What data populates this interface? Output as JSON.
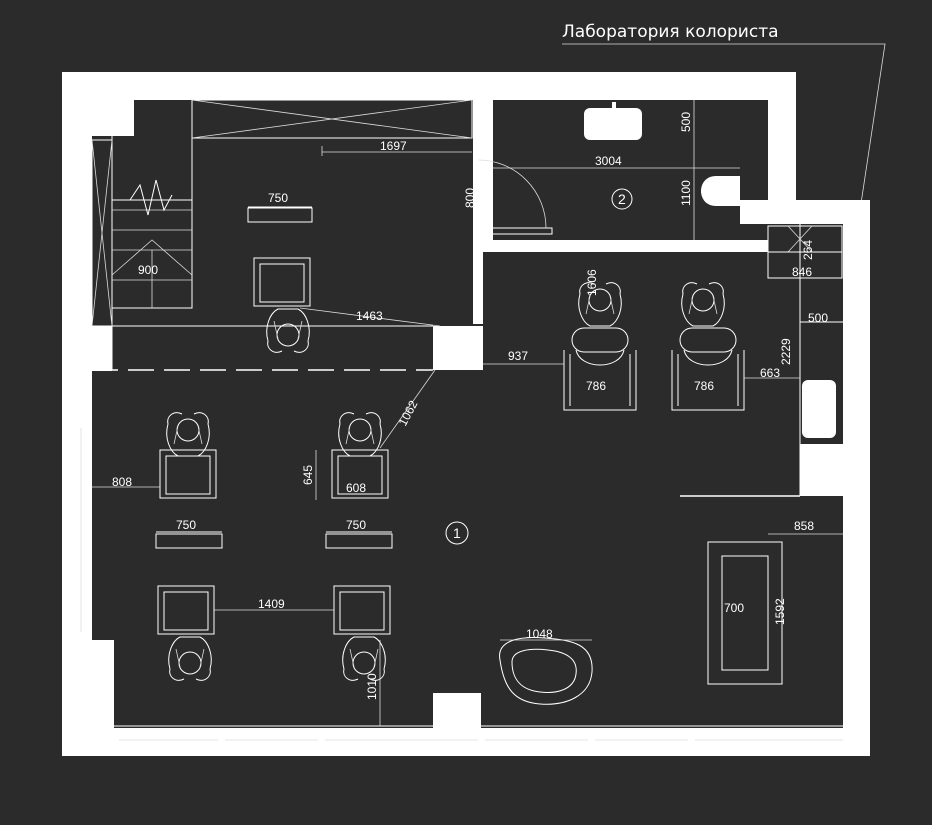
{
  "title": "Лаборатория колориста",
  "rooms": [
    {
      "id": "room-1",
      "number": "1"
    },
    {
      "id": "room-2",
      "number": "2"
    }
  ],
  "dimensions": {
    "d1697": "1697",
    "d3004": "3004",
    "d500_top": "500",
    "d1100": "1100",
    "d800": "800",
    "d750_top": "750",
    "d900": "900",
    "d1463": "1463",
    "d1062": "1062",
    "d937": "937",
    "d1606": "1606",
    "d786_a": "786",
    "d786_b": "786",
    "d2229": "2229",
    "d663": "663",
    "d264": "264",
    "d846": "846",
    "d500_right": "500",
    "d808": "808",
    "d645": "645",
    "d608": "608",
    "d750_a": "750",
    "d750_b": "750",
    "d1409": "1409",
    "d1048": "1048",
    "d1010": "1010",
    "d858": "858",
    "d700": "700",
    "d1592": "1592"
  }
}
